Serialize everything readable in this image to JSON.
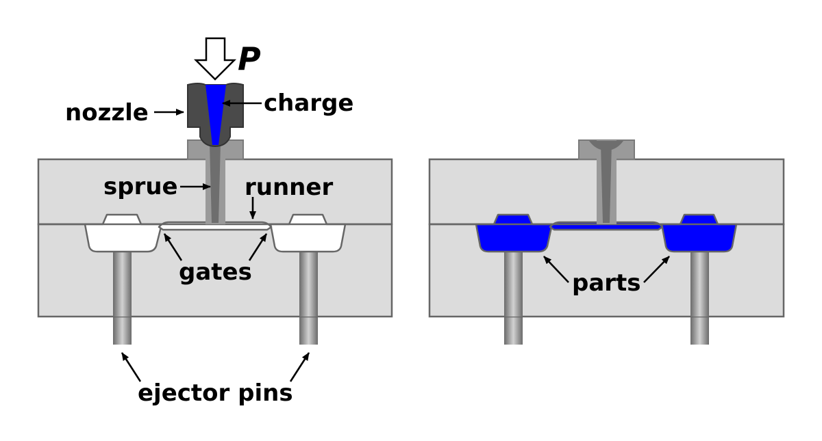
{
  "labels": {
    "pressure": "P",
    "nozzle": "nozzle",
    "charge": "charge",
    "sprue": "sprue",
    "runner": "runner",
    "gates": "gates",
    "ejector_pins": "ejector pins",
    "parts": "parts"
  },
  "colors": {
    "mold_fill": "#dcdcdc",
    "mold_stroke": "#666666",
    "plastic": "#0000ff",
    "nozzle_body": "#4a4a4a",
    "sprue_bushing": "#9a9a9a",
    "sprue_channel": "#6e6e6e",
    "cavity_empty": "#ffffff"
  }
}
